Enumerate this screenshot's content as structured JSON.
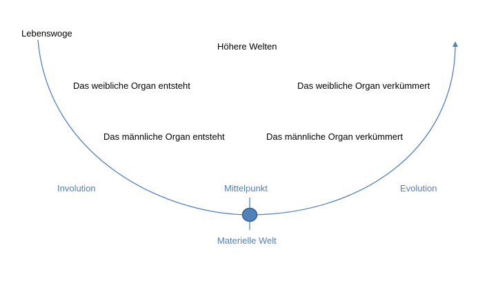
{
  "diagram": {
    "top_left_label": "Lebenswoge",
    "top_center_label": "Höhere Welten",
    "left_upper_label": "Das weibliche Organ entsteht",
    "left_lower_label": "Das männliche Organ entsteht",
    "right_upper_label": "Das weibliche Organ verkümmert",
    "right_lower_label": "Das männliche Organ verkümmert",
    "left_side_label": "Involution",
    "right_side_label": "Evolution",
    "center_top_label": "Mittelpunkt",
    "center_bottom_label": "Materielle Welt",
    "colors": {
      "curve": "#4f81bd",
      "node_fill": "#4f81bd",
      "node_stroke": "#385d8a",
      "accent_text": "#4f81bd"
    }
  }
}
